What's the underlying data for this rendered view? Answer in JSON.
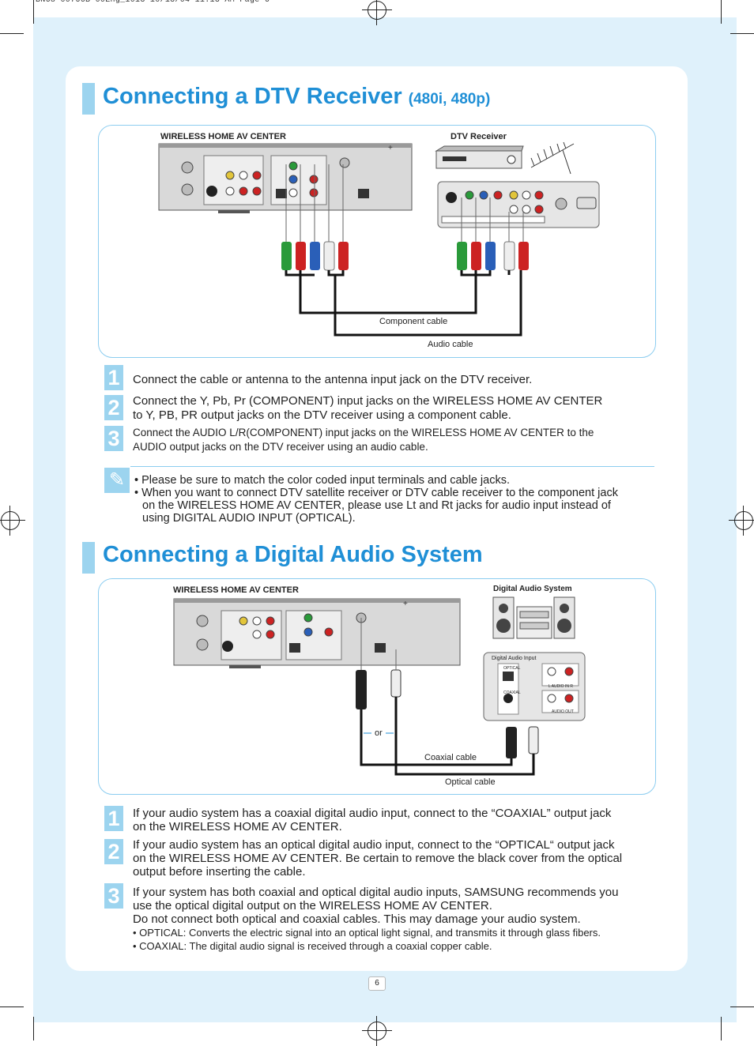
{
  "slug": "BN68-00766B-00Eng_1013  10/13/04  11:13 AM  Page 6",
  "section1": {
    "title": "Connecting a DTV Receiver",
    "title_suffix": "(480i, 480p)",
    "label_left": "WIRELESS HOME AV CENTER",
    "label_right": "DTV Receiver",
    "component_cable": "Component cable",
    "audio_cable": "Audio cable",
    "steps": [
      {
        "num": "1",
        "text": "Connect the cable or antenna to the antenna input jack on the DTV receiver."
      },
      {
        "num": "2",
        "line1": "Connect the Y, Pb, Pr (COMPONENT) input jacks on the WIRELESS HOME AV CENTER",
        "line2": "to Y, PB, PR output jacks on the DTV receiver using a component cable."
      },
      {
        "num": "3",
        "line1": "Connect the AUDIO L/R(COMPONENT) input jacks on the WIRELESS HOME AV CENTER to the",
        "line2": "AUDIO output jacks on the DTV receiver using an audio cable."
      }
    ],
    "note_icon": "pencil-icon",
    "notes": [
      "• Please be sure to match the color coded input terminals and cable jacks.",
      "• When you want to connect DTV satellite receiver or DTV cable receiver to the component jack",
      "on the WIRELESS HOME AV CENTER, please use Lt and Rt jacks for audio input instead of",
      "using DIGITAL AUDIO INPUT (OPTICAL)."
    ]
  },
  "section2": {
    "title": "Connecting a Digital Audio System",
    "label_left": "WIRELESS HOME AV CENTER",
    "label_right": "Digital Audio System",
    "panel_title": "Digital Audio Input",
    "panel_optical": "OPTICAL",
    "panel_coaxial": "COAXIAL",
    "panel_audio_in": "L   AUDIO IN   R",
    "panel_audio_out": "AUDIO OUT",
    "or": "or",
    "coaxial_cable": "Coaxial cable",
    "optical_cable": "Optical cable",
    "steps": [
      {
        "num": "1",
        "line1": "If your audio system has a coaxial digital audio input, connect to the “COAXIAL” output jack",
        "line2": "on the WIRELESS HOME AV CENTER."
      },
      {
        "num": "2",
        "line1": "If your audio system has an optical digital audio input, connect to the “OPTICAL“ output jack",
        "line2": "on the WIRELESS HOME AV CENTER. Be certain to remove the black cover from the optical",
        "line3": "output before inserting the cable."
      },
      {
        "num": "3",
        "line1": "If your system has both coaxial and optical digital audio inputs, SAMSUNG recommends you",
        "line2": "use the optical digital output on the WIRELESS HOME AV CENTER.",
        "line3": "Do not connect both optical and coaxial cables. This may damage your audio system.",
        "line4": "• OPTICAL: Converts the electric signal into an optical light signal, and transmits it through glass fibers.",
        "line5": "• COAXIAL: The digital audio signal is received through a coaxial copper cable."
      }
    ]
  },
  "page_number": "6",
  "colors": {
    "accent": "#1f8fd6",
    "accent_light": "#9cd4ef",
    "background": "#dff1fb"
  }
}
